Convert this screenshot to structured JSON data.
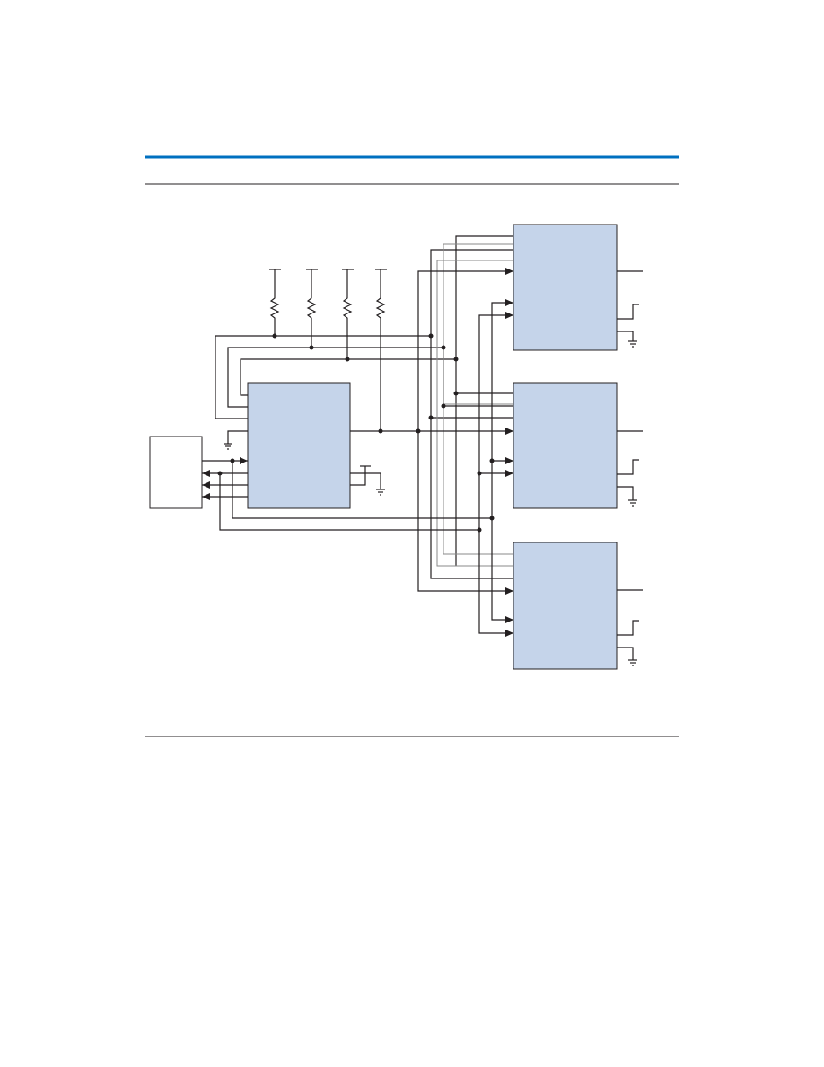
{
  "page": {
    "header_rule_color": "#0070c0",
    "chip_fill_color": "#c5d4ea",
    "line_color": "#231f20"
  },
  "diagram": {
    "blocks": [
      {
        "id": "host-box",
        "label": ""
      },
      {
        "id": "controller-chip",
        "label": ""
      },
      {
        "id": "device-chip-1",
        "label": ""
      },
      {
        "id": "device-chip-2",
        "label": ""
      },
      {
        "id": "device-chip-3",
        "label": ""
      }
    ],
    "pull_up_resistors": 4,
    "ground_symbols": 5
  }
}
